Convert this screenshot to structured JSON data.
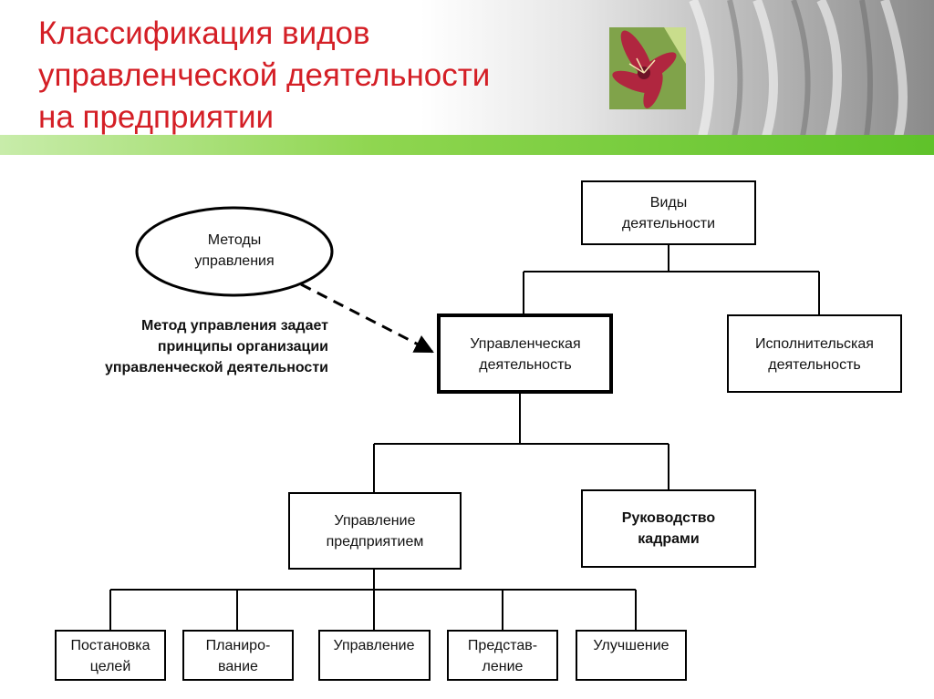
{
  "header": {
    "title_lines": [
      "Классификация видов",
      "управленческой деятельности",
      "на предприятии"
    ]
  },
  "colors": {
    "title": "#d41f26",
    "accent_stripe": "#8ad24a",
    "box_stroke": "#000000"
  },
  "diagram": {
    "methods_ellipse": [
      "Методы",
      "управления"
    ],
    "methods_note": [
      "Метод управления задает",
      "принципы организации",
      "управленческой деятельности"
    ],
    "root": [
      "Виды",
      "деятельности"
    ],
    "managerial": [
      "Управленческая",
      "деятельность"
    ],
    "executive": [
      "Исполнительская",
      "деятельность"
    ],
    "enterprise_mgmt": [
      "Управление",
      "предприятием"
    ],
    "hr_leadership": [
      "Руководство",
      "кадрами"
    ],
    "leaves": [
      [
        "Постановка",
        "целей"
      ],
      [
        "Планиро-",
        "вание"
      ],
      [
        "Управление"
      ],
      [
        "Представ-",
        "ление"
      ],
      [
        "Улучшение"
      ]
    ]
  }
}
